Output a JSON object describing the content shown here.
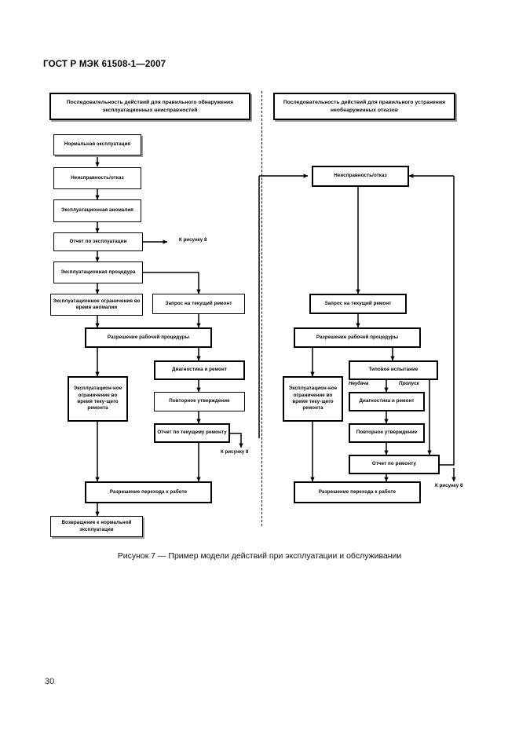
{
  "document": {
    "standard_header": "ГОСТ Р МЭК 61508-1—2007",
    "page_number": "30",
    "figure_caption": "Рисунок 7 — Пример модели действий при эксплуатации и обслуживании"
  },
  "diagram": {
    "left_column": {
      "title": "Последовательность действий для правильного обнаружения эксплуатационных неисправностей",
      "nodes": {
        "normal_operation": "Нормальная эксплуатация",
        "fault_failure": "Неисправность/отказ",
        "operational_anomaly": "Эксплуатационная аномалия",
        "operation_report": "Отчет по эксплуатации",
        "operational_procedure": "Эксплуатационная процедура",
        "operational_limits_anomaly": "Эксплуатационное ограничения во время аномалии",
        "maintenance_request": "Запрос на текущий ремонт",
        "work_procedure_permit": "Разрешение рабочей процедуры",
        "diagnostics_repair": "Диагностика и ремонт",
        "reapproval": "Повторное утверждение",
        "maintenance_report": "Отчет по текущему ремонту",
        "operational_limits_maintenance": "Эксплуатацион-ное ограничение во время теку-щего ремонта",
        "return_to_work_permit": "Разрешение перехода к работе",
        "return_to_normal_operation": "Возвращение к нормальной эксплуатации"
      },
      "wire_labels": {
        "to_figure_8_top": "К рисунку 8",
        "to_figure_8_bottom": "К рисунку 8"
      }
    },
    "right_column": {
      "title": "Последовательность действий для правильного устранения необнаруженных отказов",
      "nodes": {
        "fault_failure": "Неисправность/отказ",
        "maintenance_request": "Запрос на текущий ремонт",
        "work_procedure_permit": "Разрешение рабочей процедуры",
        "type_test": "Типовое испытание",
        "diagnostics_repair": "Диагностика и ремонт",
        "reapproval": "Повторное утверждение",
        "repair_report": "Отчет по ремонту",
        "operational_limits_maintenance": "Эксплуатацион-ное ограничение во время теку-щего ремонта",
        "return_to_work_permit": "Разрешение перехода к работе"
      },
      "branch_labels": {
        "fail": "Неудача",
        "pass": "Пропуск"
      },
      "wire_labels": {
        "to_figure_8": "К рисунку 8"
      }
    },
    "colors": {
      "line": "#000000",
      "box_fill": "#ffffff",
      "shadow": "#9a9a9a"
    }
  }
}
